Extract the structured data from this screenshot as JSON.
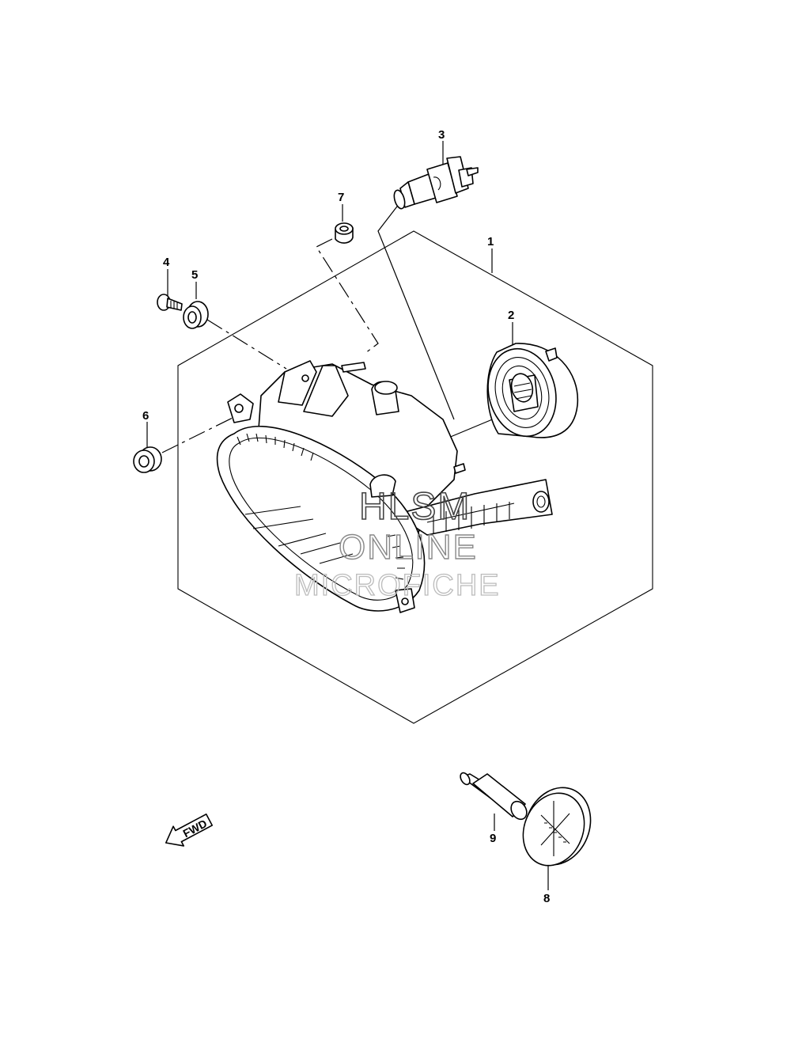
{
  "callouts": [
    {
      "label": "1"
    },
    {
      "label": "2"
    },
    {
      "label": "3"
    },
    {
      "label": "4"
    },
    {
      "label": "5"
    },
    {
      "label": "6"
    },
    {
      "label": "7"
    },
    {
      "label": "8"
    },
    {
      "label": "9"
    }
  ],
  "watermark": {
    "line1": "HLSM",
    "line2": "ONLINE",
    "line3": "MICROFICHE"
  },
  "direction_arrow": {
    "label": "FWD",
    "icon": "forward-arrow-icon"
  },
  "colors": {
    "ink": "#000000",
    "background": "#ffffff"
  }
}
